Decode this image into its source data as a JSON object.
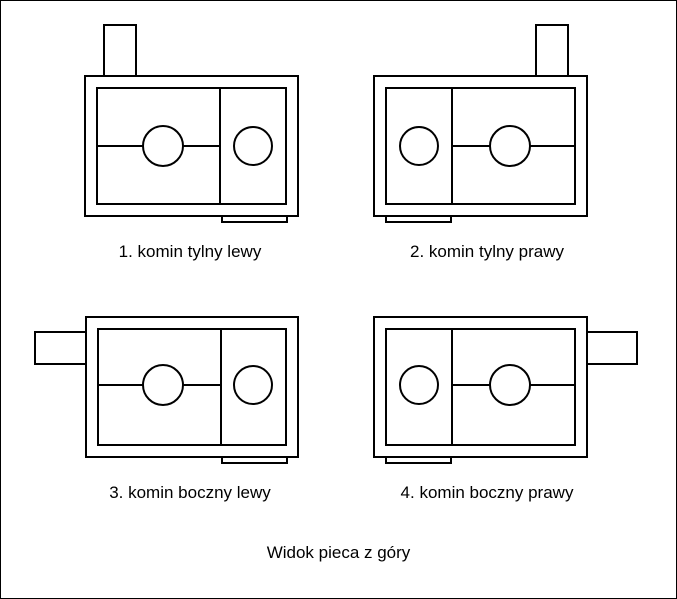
{
  "diagrams": [
    {
      "caption": "1. komin tylny lewy"
    },
    {
      "caption": "2. komin tylny prawy"
    },
    {
      "caption": "3. komin boczny lewy"
    },
    {
      "caption": "4. komin boczny prawy"
    }
  ],
  "footer": "Widok pieca z góry"
}
